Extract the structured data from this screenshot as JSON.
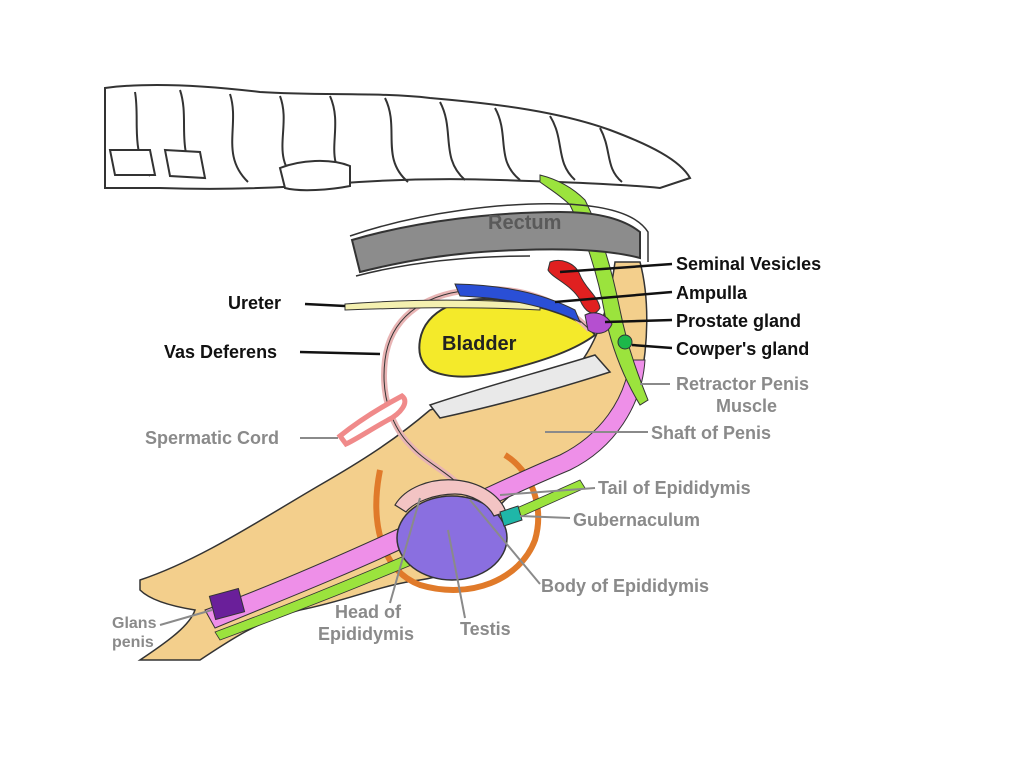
{
  "diagram": {
    "organ_labels": {
      "rectum": "Rectum",
      "bladder": "Bladder"
    },
    "labels_dark": {
      "seminal_vesicles": "Seminal Vesicles",
      "ampulla": "Ampulla",
      "prostate_gland": "Prostate gland",
      "cowpers_gland": "Cowper's gland",
      "ureter": "Ureter",
      "vas_deferens": "Vas Deferens"
    },
    "labels_grey": {
      "retractor_line1": "Retractor Penis",
      "retractor_line2": "Muscle",
      "shaft_of_penis": "Shaft of Penis",
      "spermatic_cord": "Spermatic Cord",
      "tail_of_epididymis": "Tail of Epididymis",
      "gubernaculum": "Gubernaculum",
      "body_of_epididymis": "Body of Epididymis",
      "head_line1": "Head of",
      "head_line2": "Epididymis",
      "testis": "Testis",
      "glans_line1": "Glans",
      "glans_line2": "penis"
    },
    "colors": {
      "penis_body": "#f3cf8c",
      "shaft_pink": "#ee8fe8",
      "retractor_green": "#9be33d",
      "bladder": "#f4ea2a",
      "rectum": "#8c8c8c",
      "seminal_vesicle": "#e02020",
      "ampulla": "#2a4fd6",
      "prostate": "#b54fd0",
      "cowpers": "#1db84a",
      "testis": "#8a6fe0",
      "epididymis": "#f3c4c4",
      "gubernaculum": "#1fb7a8",
      "glans": "#6a1f9a",
      "scrotum": "#e07a2a",
      "label_grey": "#8a8a8a"
    }
  }
}
